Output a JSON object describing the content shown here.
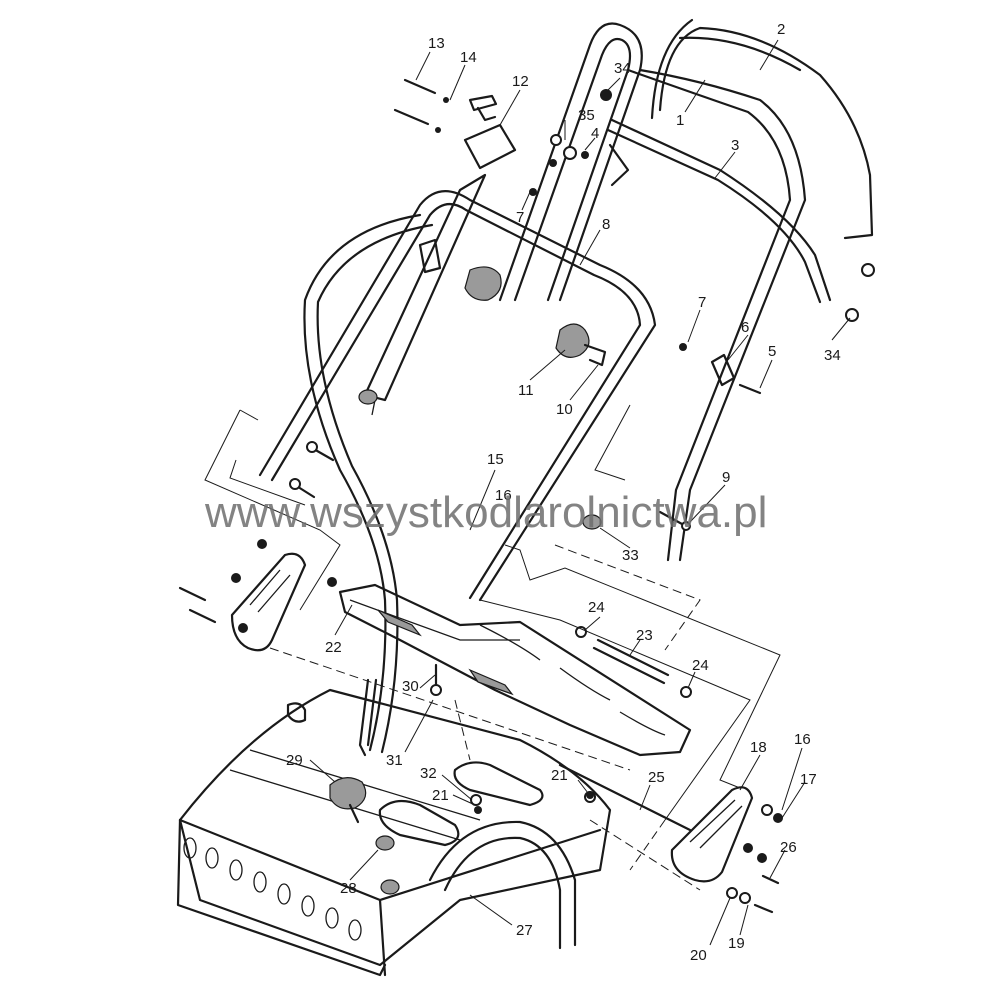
{
  "watermark": "www.wszystkodlarolnictwa.pl",
  "callouts": [
    {
      "label": "1"
    },
    {
      "label": "2"
    },
    {
      "label": "3"
    },
    {
      "label": "4"
    },
    {
      "label": "5"
    },
    {
      "label": "6"
    },
    {
      "label": "7"
    },
    {
      "label": "7"
    },
    {
      "label": "8"
    },
    {
      "label": "9"
    },
    {
      "label": "10"
    },
    {
      "label": "11"
    },
    {
      "label": "12"
    },
    {
      "label": "13"
    },
    {
      "label": "14"
    },
    {
      "label": "15"
    },
    {
      "label": "16"
    },
    {
      "label": "16"
    },
    {
      "label": "17"
    },
    {
      "label": "18"
    },
    {
      "label": "19"
    },
    {
      "label": "20"
    },
    {
      "label": "21"
    },
    {
      "label": "21"
    },
    {
      "label": "22"
    },
    {
      "label": "23"
    },
    {
      "label": "24"
    },
    {
      "label": "24"
    },
    {
      "label": "25"
    },
    {
      "label": "26"
    },
    {
      "label": "27"
    },
    {
      "label": "28"
    },
    {
      "label": "29"
    },
    {
      "label": "30"
    },
    {
      "label": "31"
    },
    {
      "label": "32"
    },
    {
      "label": "33"
    },
    {
      "label": "34"
    },
    {
      "label": "34"
    },
    {
      "label": "35"
    }
  ]
}
